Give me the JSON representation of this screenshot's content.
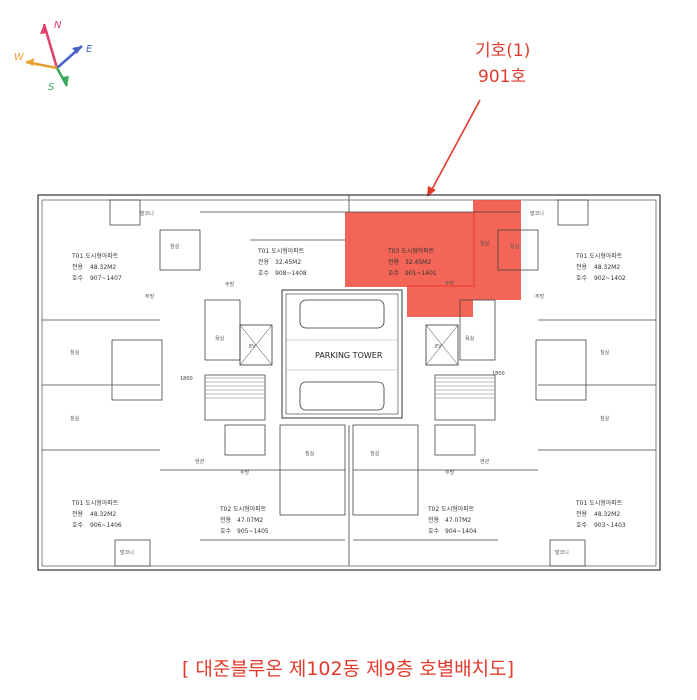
{
  "callout": {
    "line1": "기호(1)",
    "line2": "901호"
  },
  "title": "[ 대준블루온 제102동 제9층 호별배치도]",
  "compass": {
    "n": "N",
    "e": "E",
    "s": "S",
    "w": "W"
  },
  "parking": "PARKING TOWER",
  "units": {
    "tl": {
      "type": "T01 도시형아파트",
      "area_label": "전용",
      "area": "48.32M2",
      "no_label": "호수",
      "no": "907~1407"
    },
    "tc": {
      "type": "T01 도시형아파트",
      "area_label": "전용",
      "area": "32.45M2",
      "no_label": "호수",
      "no": "908~1408"
    },
    "tr_sel": {
      "type": "T03 도시형아파트",
      "area_label": "전용",
      "area": "32.45M2",
      "no_label": "호수",
      "no": "901~1401"
    },
    "tr": {
      "type": "T01 도시형아파트",
      "area_label": "전용",
      "area": "48.32M2",
      "no_label": "호수",
      "no": "902~1402"
    },
    "bl": {
      "type": "T01 도시형아파트",
      "area_label": "전용",
      "area": "48.32M2",
      "no_label": "호수",
      "no": "906~1406"
    },
    "bcl": {
      "type": "T02 도시형아파트",
      "area_label": "전용",
      "area": "47.07M2",
      "no_label": "호수",
      "no": "905~1405"
    },
    "bcr": {
      "type": "T02 도시형아파트",
      "area_label": "전용",
      "area": "47.07M2",
      "no_label": "호수",
      "no": "904~1404"
    },
    "br": {
      "type": "T01 도시형아파트",
      "area_label": "전용",
      "area": "48.32M2",
      "no_label": "호수",
      "no": "903~1403"
    }
  },
  "rooms": {
    "bedroom": "침실",
    "bath": "욕실",
    "kitchen": "주방",
    "balcony": "발코니",
    "entry": "현관",
    "ev": "EV"
  },
  "dims": {
    "d1": "1800",
    "d2": "1800"
  },
  "colors": {
    "highlight": "#f04a3a",
    "accent": "#e23b2e",
    "line": "#333333"
  },
  "compass_colors": {
    "north": "#e0406a",
    "east": "#4a63c4",
    "south": "#3aaa5a",
    "west": "#e8a030"
  }
}
